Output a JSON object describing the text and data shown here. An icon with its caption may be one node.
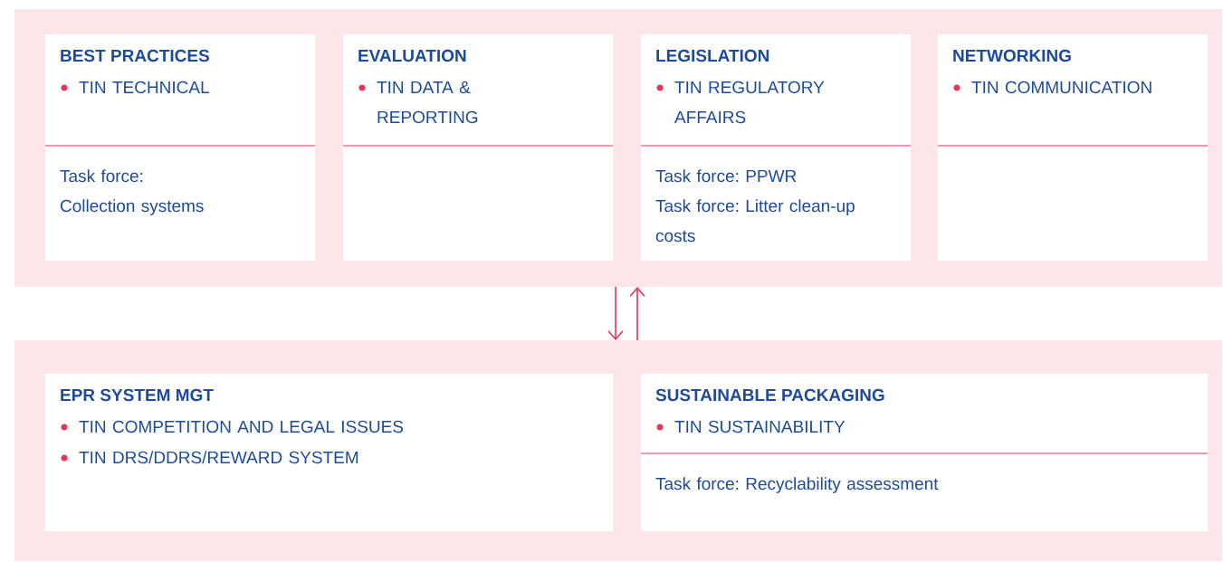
{
  "diagram": {
    "nodes": [
      {
        "text": [],
        "shape": "band"
      },
      {
        "text": [
          "BEST PRACTICES",
          "TIN TECHNICAL",
          "Task force: Collection systems"
        ],
        "in": 0
      },
      {
        "text": [
          "EVALUATION",
          "TIN DATA & REPORTING"
        ],
        "in": 0
      },
      {
        "text": [
          "LEGISLATION",
          "TIN REGULATORY AFFAIRS",
          "Task force: PPWR",
          "Task force: Litter clean-up costs"
        ],
        "in": 0
      },
      {
        "text": [
          "NETWORKING",
          "TIN COMMUNICATION"
        ],
        "in": 0
      },
      {
        "text": [],
        "shape": "band"
      },
      {
        "text": [
          "EPR SYSTEM MGT",
          "TIN COMPETITION AND LEGAL ISSUES",
          "TIN DRS/DDRS/REWARD SYSTEM"
        ],
        "in": 5
      },
      {
        "text": [
          "SUSTAINABLE PACKAGING",
          "TIN SUSTAINABILITY",
          "Task force: Recyclability assessment"
        ],
        "in": 5
      }
    ],
    "edges": [
      {
        "from": 0,
        "to": 5,
        "arrow": "to"
      },
      {
        "from": 5,
        "to": 0,
        "arrow": "to"
      }
    ]
  }
}
